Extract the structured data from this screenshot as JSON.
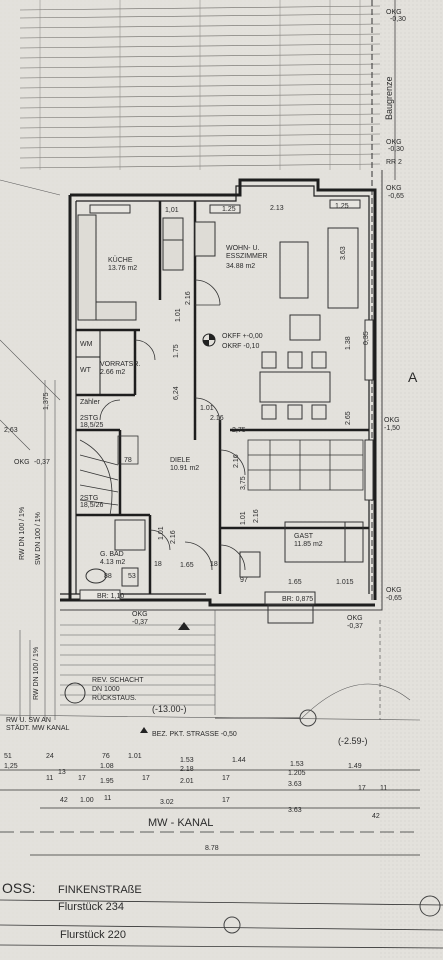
{
  "colors": {
    "paper": "#e7e5e0",
    "ink": "#2b2b2b",
    "shadow": "#b9b6ae"
  },
  "top": {
    "okg1": "OKG",
    "okg1v": "-0,30",
    "baugrenze": "Baugrenze",
    "okg2": "OKG",
    "okg2v": "-0,30",
    "rr2": "RR 2",
    "okg3": "OKG",
    "okg3v": "-0,65"
  },
  "rooms": {
    "kueche": "KÜCHE",
    "kueche_area": "13.76 m2",
    "wohn1": "WOHN- U.",
    "wohn2": "ESSZIMMER",
    "wohn_area": "34.88 m2",
    "wm": "WM",
    "wt": "WT",
    "vorrat": "VORRATSR.",
    "vorrat_area": "2.66 m2",
    "zaehler": "Zähler",
    "stg1": "2STG",
    "stg1v": "18,5/25",
    "diele": "DIELE",
    "diele_area": "10.91 m2",
    "stg2": "2STG",
    "stg2v": "18,5/26",
    "bad": "G. BAD",
    "bad_area": "4.13 m2",
    "gast": "GAST",
    "gast_area": "11.85 m2",
    "okff": "OKFF +-0,00",
    "okrf": "OKRF -0,10"
  },
  "dims": {
    "d1": "1,01",
    "d2": "1.25",
    "d3": "2.13",
    "d4": "1.25",
    "d5": "3.63",
    "d6": "2.16",
    "d7": "1.01",
    "d8": "1.75",
    "d9": "1.38",
    "d10": "0,35",
    "d11": "6,24",
    "d12": "1.01",
    "d13": "2.16",
    "d14": "2,75",
    "d15": "2.65",
    "d16": "2.16",
    "d17": "3,75",
    "d18": "1.01",
    "d19": "2.16",
    "d20": "78",
    "d21": "1.01",
    "d22": "2.16",
    "d23": "88",
    "d24": "53",
    "d25": "18",
    "d26": "1.65",
    "d27": "18",
    "d28": "97",
    "d29": "1.65",
    "d30": "1.015",
    "br1": "BR: 1,10",
    "br2": "BR: 0,875",
    "okg4": "OKG",
    "okg4v": "-0,37",
    "okg5": "OKG",
    "okg5v": "-0,37",
    "okg6": "OKG",
    "okg6v": "-0,65",
    "okg7": "OKG",
    "okg7v": "-1,50",
    "okgL": "OKG",
    "okgLv": "-0,37",
    "a": "A",
    "d31": "1,375",
    "d32": "2,63"
  },
  "left": {
    "rw": "RW DN 100 / 1%",
    "sw": "SW DN 100 / 1%",
    "rw2": "RW DN 100 / 1%",
    "rw3": "RW U. SW AN",
    "staedt": "STÄDT. MW KANAL"
  },
  "site": {
    "rev1": "REV. SCHACHT",
    "rev2": "DN 1000",
    "rev3": "RÜCKSTAUS.",
    "elev1": "(-13.00-)",
    "bez": "BEZ. PKT. STRASSE -0,50",
    "elev2": "(-2.59-)",
    "row1": [
      "51",
      "24",
      "76",
      "1.01",
      "1.53",
      "1.44",
      "1.53",
      "1.49"
    ],
    "row2": [
      "1,25",
      "1.08",
      "2.18",
      "1.205"
    ],
    "row3": [
      "11",
      "13",
      "17",
      "1.95",
      "17",
      "2.01",
      "17",
      "3.63",
      "17",
      "11"
    ],
    "row4": [
      "42",
      "1.00",
      "11",
      "3.02",
      "17",
      "3.63",
      "42"
    ],
    "mw": "MW - KANAL",
    "total": "8.78",
    "oss": "OSS:",
    "street": "FINKENSTRAßE",
    "flur1": "Flurstück 234",
    "flur2": "Flurstück 220"
  }
}
